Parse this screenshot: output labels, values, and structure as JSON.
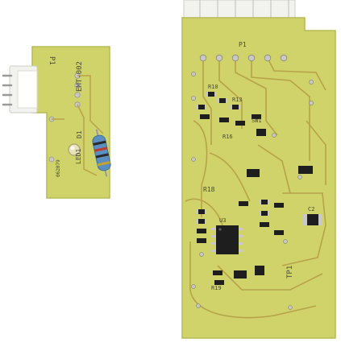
{
  "colors": {
    "background": "#ffffff",
    "pcb": "#cfd36a",
    "pcb_edge": "#b7bb55",
    "trace": "#b8a24a",
    "pad": "#c8c8c8",
    "component": "#1e1e1e",
    "resistor_body": "#5b8fc0",
    "connector": "#f2f2ee"
  },
  "small_board": {
    "silkscreen": {
      "connector_ref": "P1",
      "board_id": "EMT-002",
      "part_number": "D1",
      "led_ref": "LED1",
      "serial": "062079"
    }
  },
  "large_board": {
    "silkscreen": {
      "connector_ref": "P1",
      "resistor_refs": [
        "R10",
        "R13",
        "R16",
        "R18",
        "R19"
      ],
      "ic_ref": "U3",
      "testpoint_ref": "TP1",
      "switch_ref": "SW1",
      "cap_ref": "C2"
    }
  }
}
